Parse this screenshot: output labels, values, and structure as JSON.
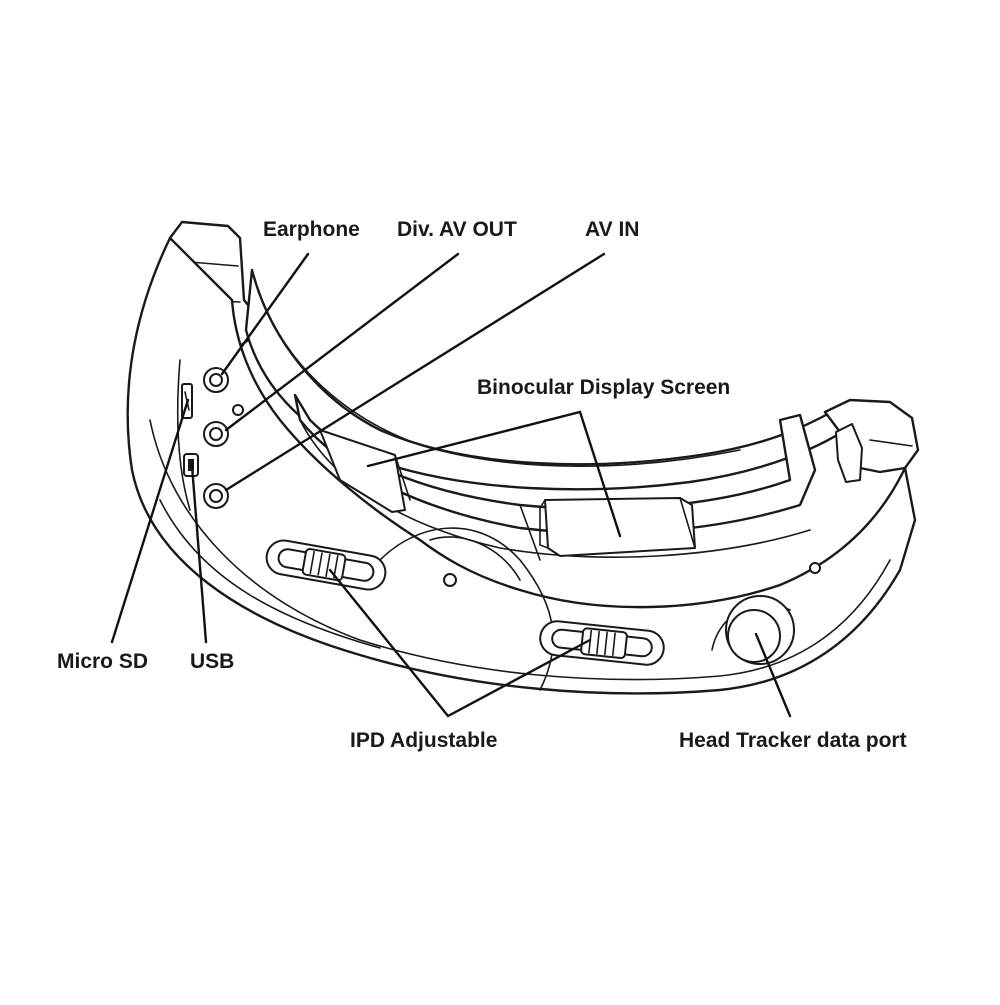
{
  "labels": {
    "earphone": "Earphone",
    "div_av_out": "Div. AV OUT",
    "av_in": "AV IN",
    "binocular_display_screen": "Binocular Display Screen",
    "micro_sd": "Micro SD",
    "usb": "USB",
    "ipd_adjustable": "IPD Adjustable",
    "head_tracker_data_port": "Head Tracker data port"
  },
  "colors": {
    "line": "#1a1a1a",
    "background": "#ffffff"
  }
}
